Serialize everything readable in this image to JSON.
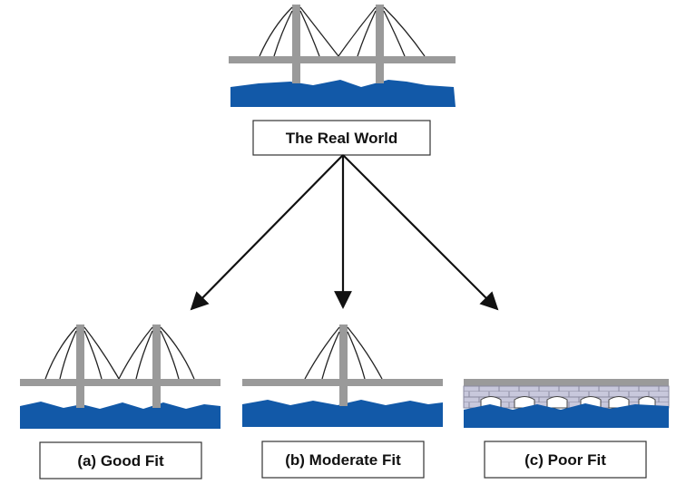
{
  "top": {
    "label": "The Real World"
  },
  "fits": [
    {
      "label": "(a) Good Fit"
    },
    {
      "label": "(b) Moderate Fit"
    },
    {
      "label": "(c) Poor Fit"
    }
  ],
  "colors": {
    "water": "#1259a8",
    "tower": "#9a9a9a",
    "cable": "#222222",
    "arrow": "#111111",
    "brick": "#c8c8dc",
    "box_border": "#333333"
  }
}
